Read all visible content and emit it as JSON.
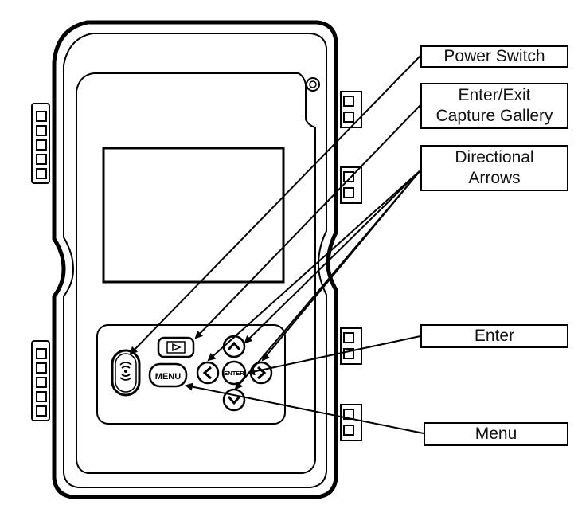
{
  "callouts": {
    "power_switch": "Power Switch",
    "enter_exit": "Enter/Exit\nCapture Gallery",
    "directional_arrows": "Directional\nArrows",
    "enter": "Enter",
    "menu": "Menu"
  },
  "device_buttons": {
    "menu_label": "MENU",
    "enter_label": "ENTER"
  },
  "colors": {
    "line": "#000000",
    "background": "#ffffff"
  }
}
